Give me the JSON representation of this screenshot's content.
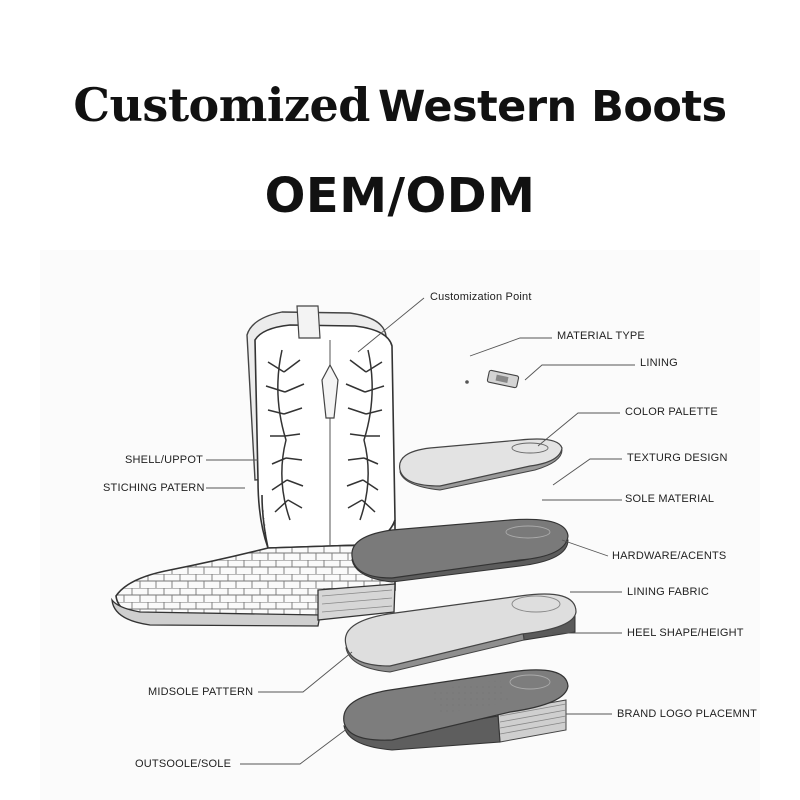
{
  "title": {
    "line1_part1": "Customized",
    "line1_part2": "Western Boots",
    "line2": "OEM/ODM"
  },
  "labels": {
    "customization_point": "Customization Point",
    "material_type": "MATERIAL TYPE",
    "lining": "LINING",
    "color_palette": "COLOR PALETTE",
    "texture_design": "TEXTURG DESIGN",
    "sole_material": "SOLE MATERIAL",
    "hardware_accents": "HARDWARE/ACENTS",
    "lining_fabric": "LINING FABRIC",
    "heel_shape": "HEEL SHAPE/HEIGHT",
    "brand_logo": "BRAND LOGO PLACEMNT",
    "shell_upper": "SHELL/UPPOT",
    "stitching_pattern": "STICHING PATERN",
    "midsole_pattern": "MIDSOLE PATTERN",
    "outsole": "OUTSOOLE/SOLE"
  },
  "colors": {
    "background": "#ffffff",
    "line": "#555555",
    "sole_dark": "#6e6e6e",
    "sole_light": "#d9d9d9"
  }
}
